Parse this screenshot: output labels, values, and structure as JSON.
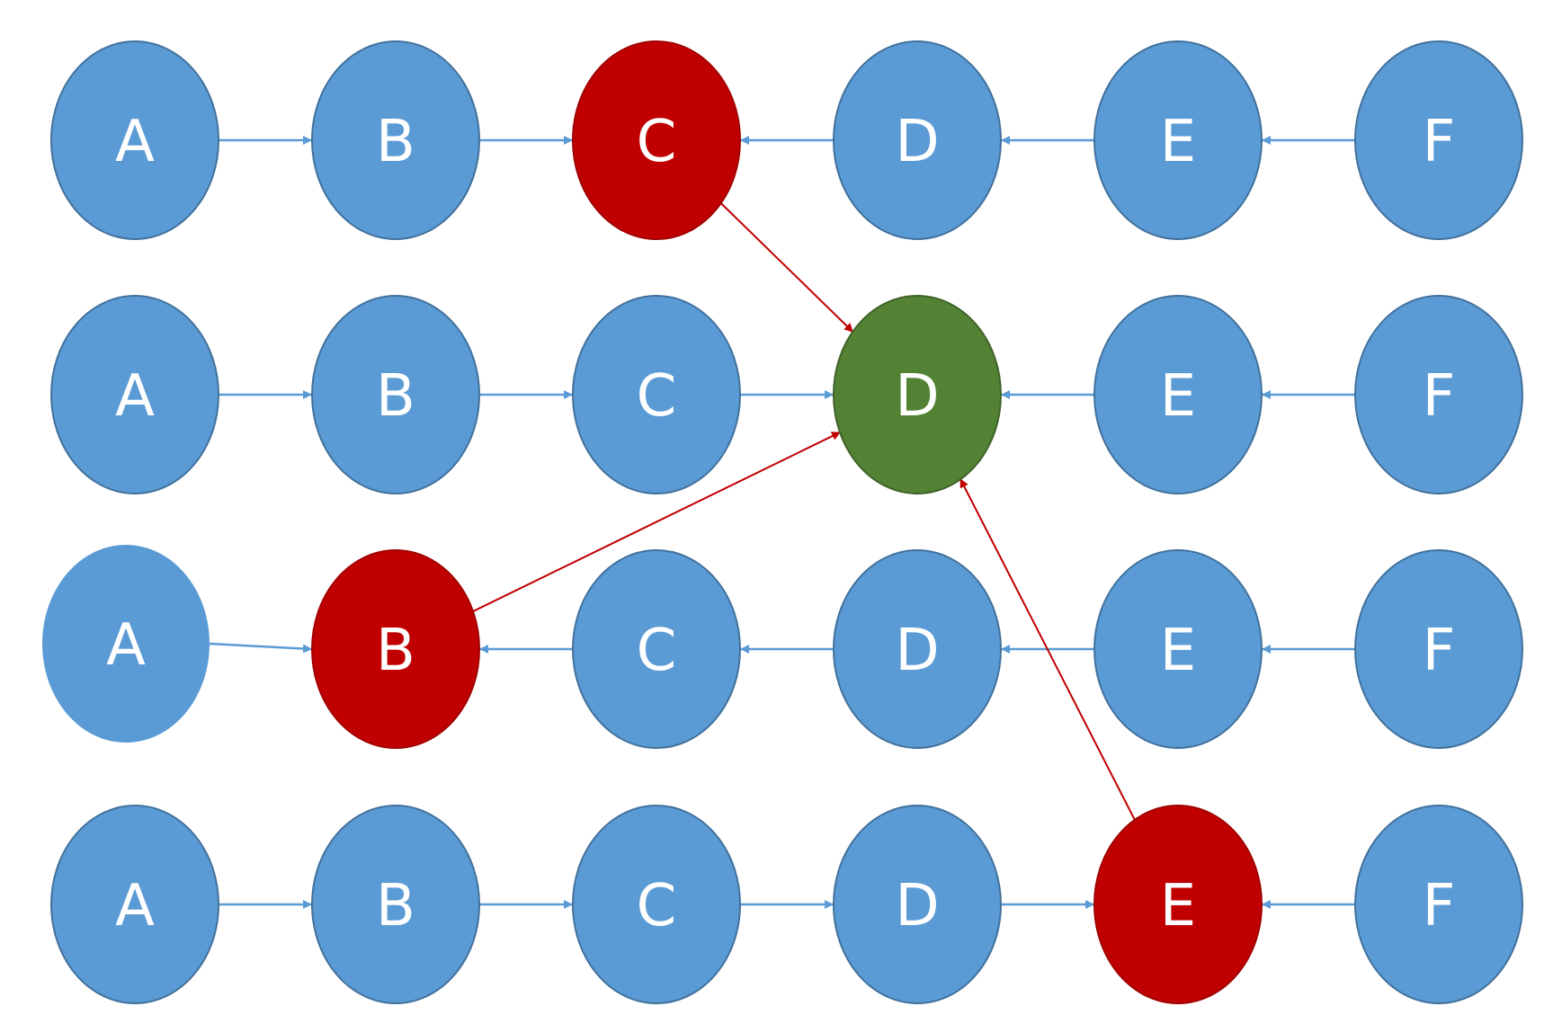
{
  "colors": {
    "blue": "#5b9bd5",
    "blue_stroke": "#41719c",
    "red": "#c00000",
    "red_stroke": "#a00000",
    "green": "#548235",
    "green_stroke": "#3f6228",
    "edge_blue": "#5b9bd5",
    "edge_red": "#c00000"
  },
  "rows": [
    {
      "nodes": [
        {
          "label": "A",
          "color": "blue"
        },
        {
          "label": "B",
          "color": "blue"
        },
        {
          "label": "C",
          "color": "red"
        },
        {
          "label": "D",
          "color": "blue"
        },
        {
          "label": "E",
          "color": "blue"
        },
        {
          "label": "F",
          "color": "blue"
        }
      ],
      "edges": [
        "right",
        "right",
        "left",
        "left",
        "left"
      ]
    },
    {
      "nodes": [
        {
          "label": "A",
          "color": "blue"
        },
        {
          "label": "B",
          "color": "blue"
        },
        {
          "label": "C",
          "color": "blue"
        },
        {
          "label": "D",
          "color": "green"
        },
        {
          "label": "E",
          "color": "blue"
        },
        {
          "label": "F",
          "color": "blue"
        }
      ],
      "edges": [
        "right",
        "right",
        "right",
        "left",
        "left"
      ]
    },
    {
      "nodes": [
        {
          "label": "A",
          "color": "blue",
          "borderless": true
        },
        {
          "label": "B",
          "color": "red"
        },
        {
          "label": "C",
          "color": "blue"
        },
        {
          "label": "D",
          "color": "blue"
        },
        {
          "label": "E",
          "color": "blue"
        },
        {
          "label": "F",
          "color": "blue"
        }
      ],
      "edges": [
        "right",
        "left",
        "left",
        "left",
        "left"
      ]
    },
    {
      "nodes": [
        {
          "label": "A",
          "color": "blue"
        },
        {
          "label": "B",
          "color": "blue"
        },
        {
          "label": "C",
          "color": "blue"
        },
        {
          "label": "D",
          "color": "blue"
        },
        {
          "label": "E",
          "color": "red"
        },
        {
          "label": "F",
          "color": "blue"
        }
      ],
      "edges": [
        "right",
        "right",
        "right",
        "right",
        "left"
      ]
    }
  ],
  "cross_edges": [
    {
      "from": [
        0,
        2
      ],
      "to": [
        1,
        3
      ]
    },
    {
      "from": [
        2,
        1
      ],
      "to": [
        1,
        3
      ]
    },
    {
      "from": [
        3,
        4
      ],
      "to": [
        1,
        3
      ]
    }
  ]
}
